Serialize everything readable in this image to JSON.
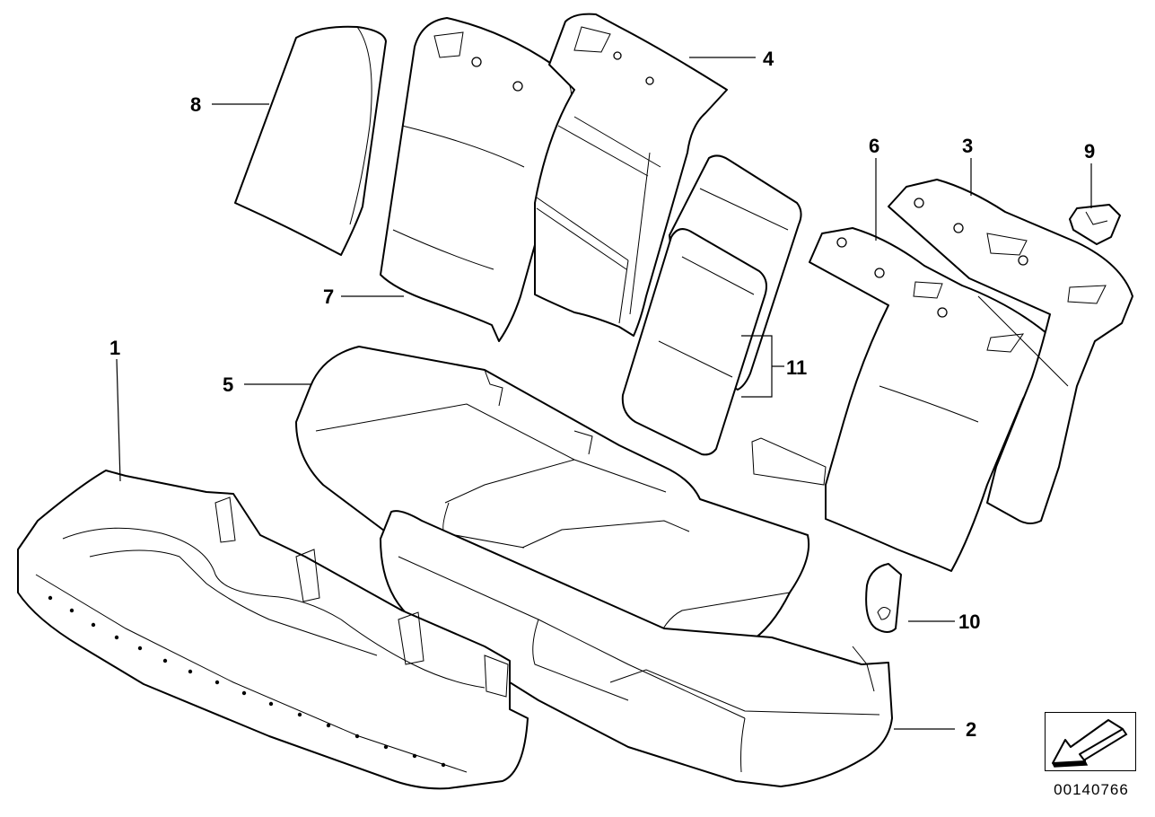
{
  "diagram": {
    "document_number": "00140766",
    "callouts": [
      {
        "id": "1",
        "text": "1"
      },
      {
        "id": "2",
        "text": "2"
      },
      {
        "id": "3",
        "text": "3"
      },
      {
        "id": "4",
        "text": "4"
      },
      {
        "id": "5",
        "text": "5"
      },
      {
        "id": "6",
        "text": "6"
      },
      {
        "id": "7",
        "text": "7"
      },
      {
        "id": "8",
        "text": "8"
      },
      {
        "id": "9",
        "text": "9"
      },
      {
        "id": "10",
        "text": "10"
      },
      {
        "id": "11",
        "text": "11"
      }
    ],
    "nav_icon": "arrow-back-icon"
  }
}
